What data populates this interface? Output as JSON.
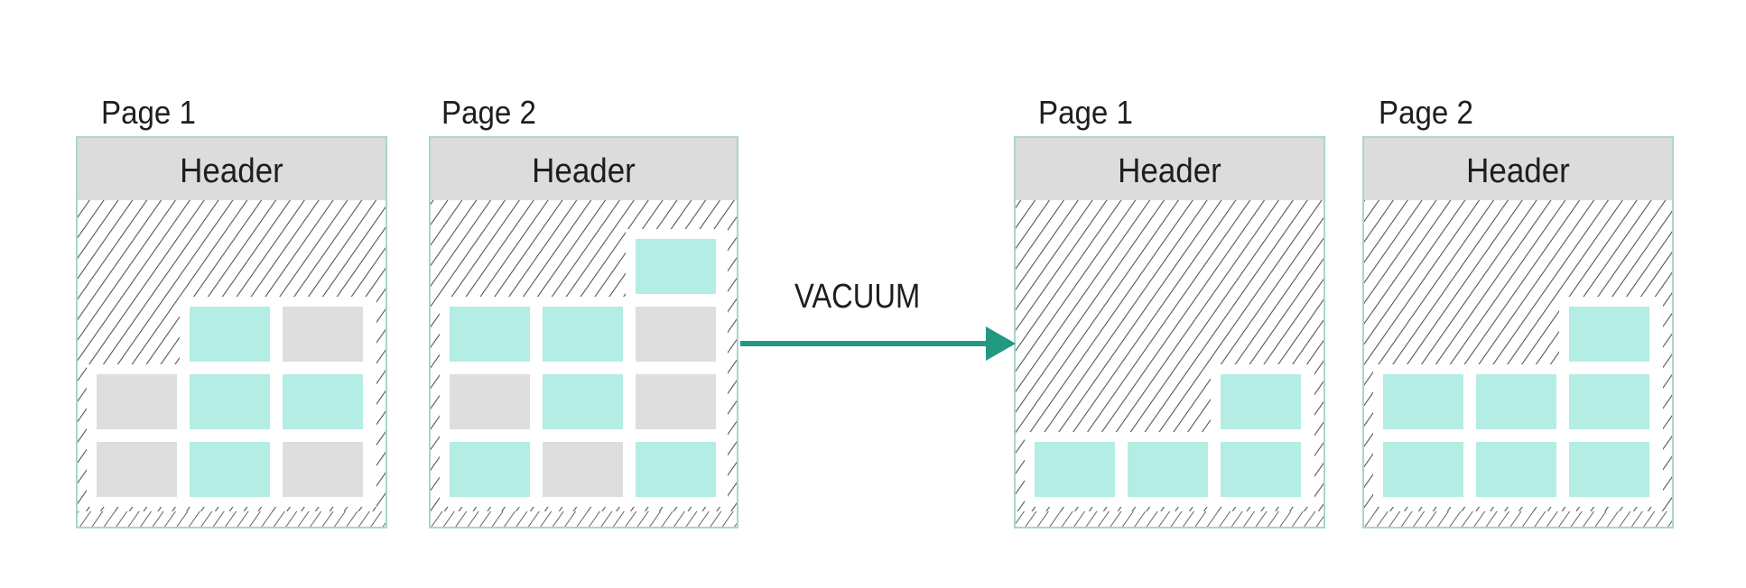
{
  "colors": {
    "live_tuple": "#b3ede3",
    "dead_tuple": "#dedede",
    "header_fill": "#dcdcdc",
    "page_border": "#a9d6cb",
    "hatch": "#555555",
    "arrow": "#1f9a80",
    "background": "#ffffff"
  },
  "operation": {
    "label": "VACUUM"
  },
  "before": {
    "pages": [
      {
        "title": "Page 1",
        "header": "Header",
        "rows": [
          [
            "",
            "live",
            "dead"
          ],
          [
            "dead",
            "live",
            "live"
          ],
          [
            "dead",
            "live",
            "dead"
          ]
        ]
      },
      {
        "title": "Page 2",
        "header": "Header",
        "rows": [
          [
            "",
            "",
            "live"
          ],
          [
            "live",
            "live",
            "dead"
          ],
          [
            "dead",
            "live",
            "dead"
          ],
          [
            "live",
            "dead",
            "live"
          ]
        ]
      }
    ]
  },
  "after": {
    "pages": [
      {
        "title": "Page 1",
        "header": "Header",
        "rows": [
          [
            "",
            "",
            "live"
          ],
          [
            "live",
            "live",
            "live"
          ]
        ]
      },
      {
        "title": "Page 2",
        "header": "Header",
        "rows": [
          [
            "",
            "",
            "live"
          ],
          [
            "live",
            "live",
            "live"
          ],
          [
            "live",
            "live",
            "live"
          ]
        ]
      }
    ]
  }
}
